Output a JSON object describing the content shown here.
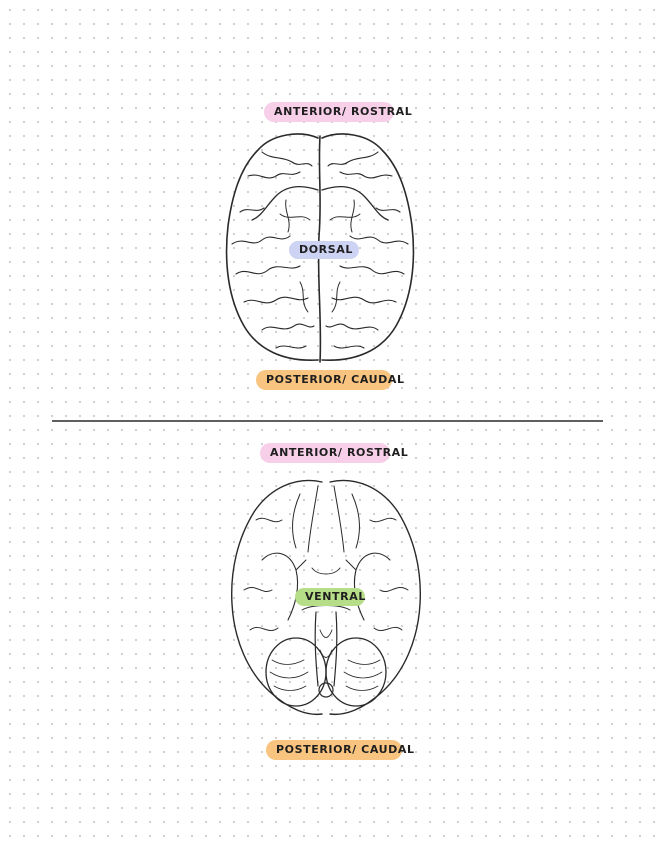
{
  "dorsal_view": {
    "anterior_label": "ANTERIOR/ ROSTRAL",
    "center_label": "DORSAL",
    "posterior_label": "POSTERIOR/ CAUDAL"
  },
  "ventral_view": {
    "anterior_label": "ANTERIOR/ ROSTRAL",
    "center_label": "VENTRAL",
    "posterior_label": "POSTERIOR/ CAUDAL"
  },
  "colors": {
    "anterior_pill": "#f7cfe9",
    "posterior_pill": "#f8c47f",
    "dorsal_pill": "#cdd3f3",
    "ventral_pill": "#b6dd87",
    "divider": "#5f5f5f",
    "dot_grid": "#c9c9c9"
  },
  "icons": [
    "brain-dorsal-view-illustration",
    "brain-ventral-view-illustration"
  ]
}
